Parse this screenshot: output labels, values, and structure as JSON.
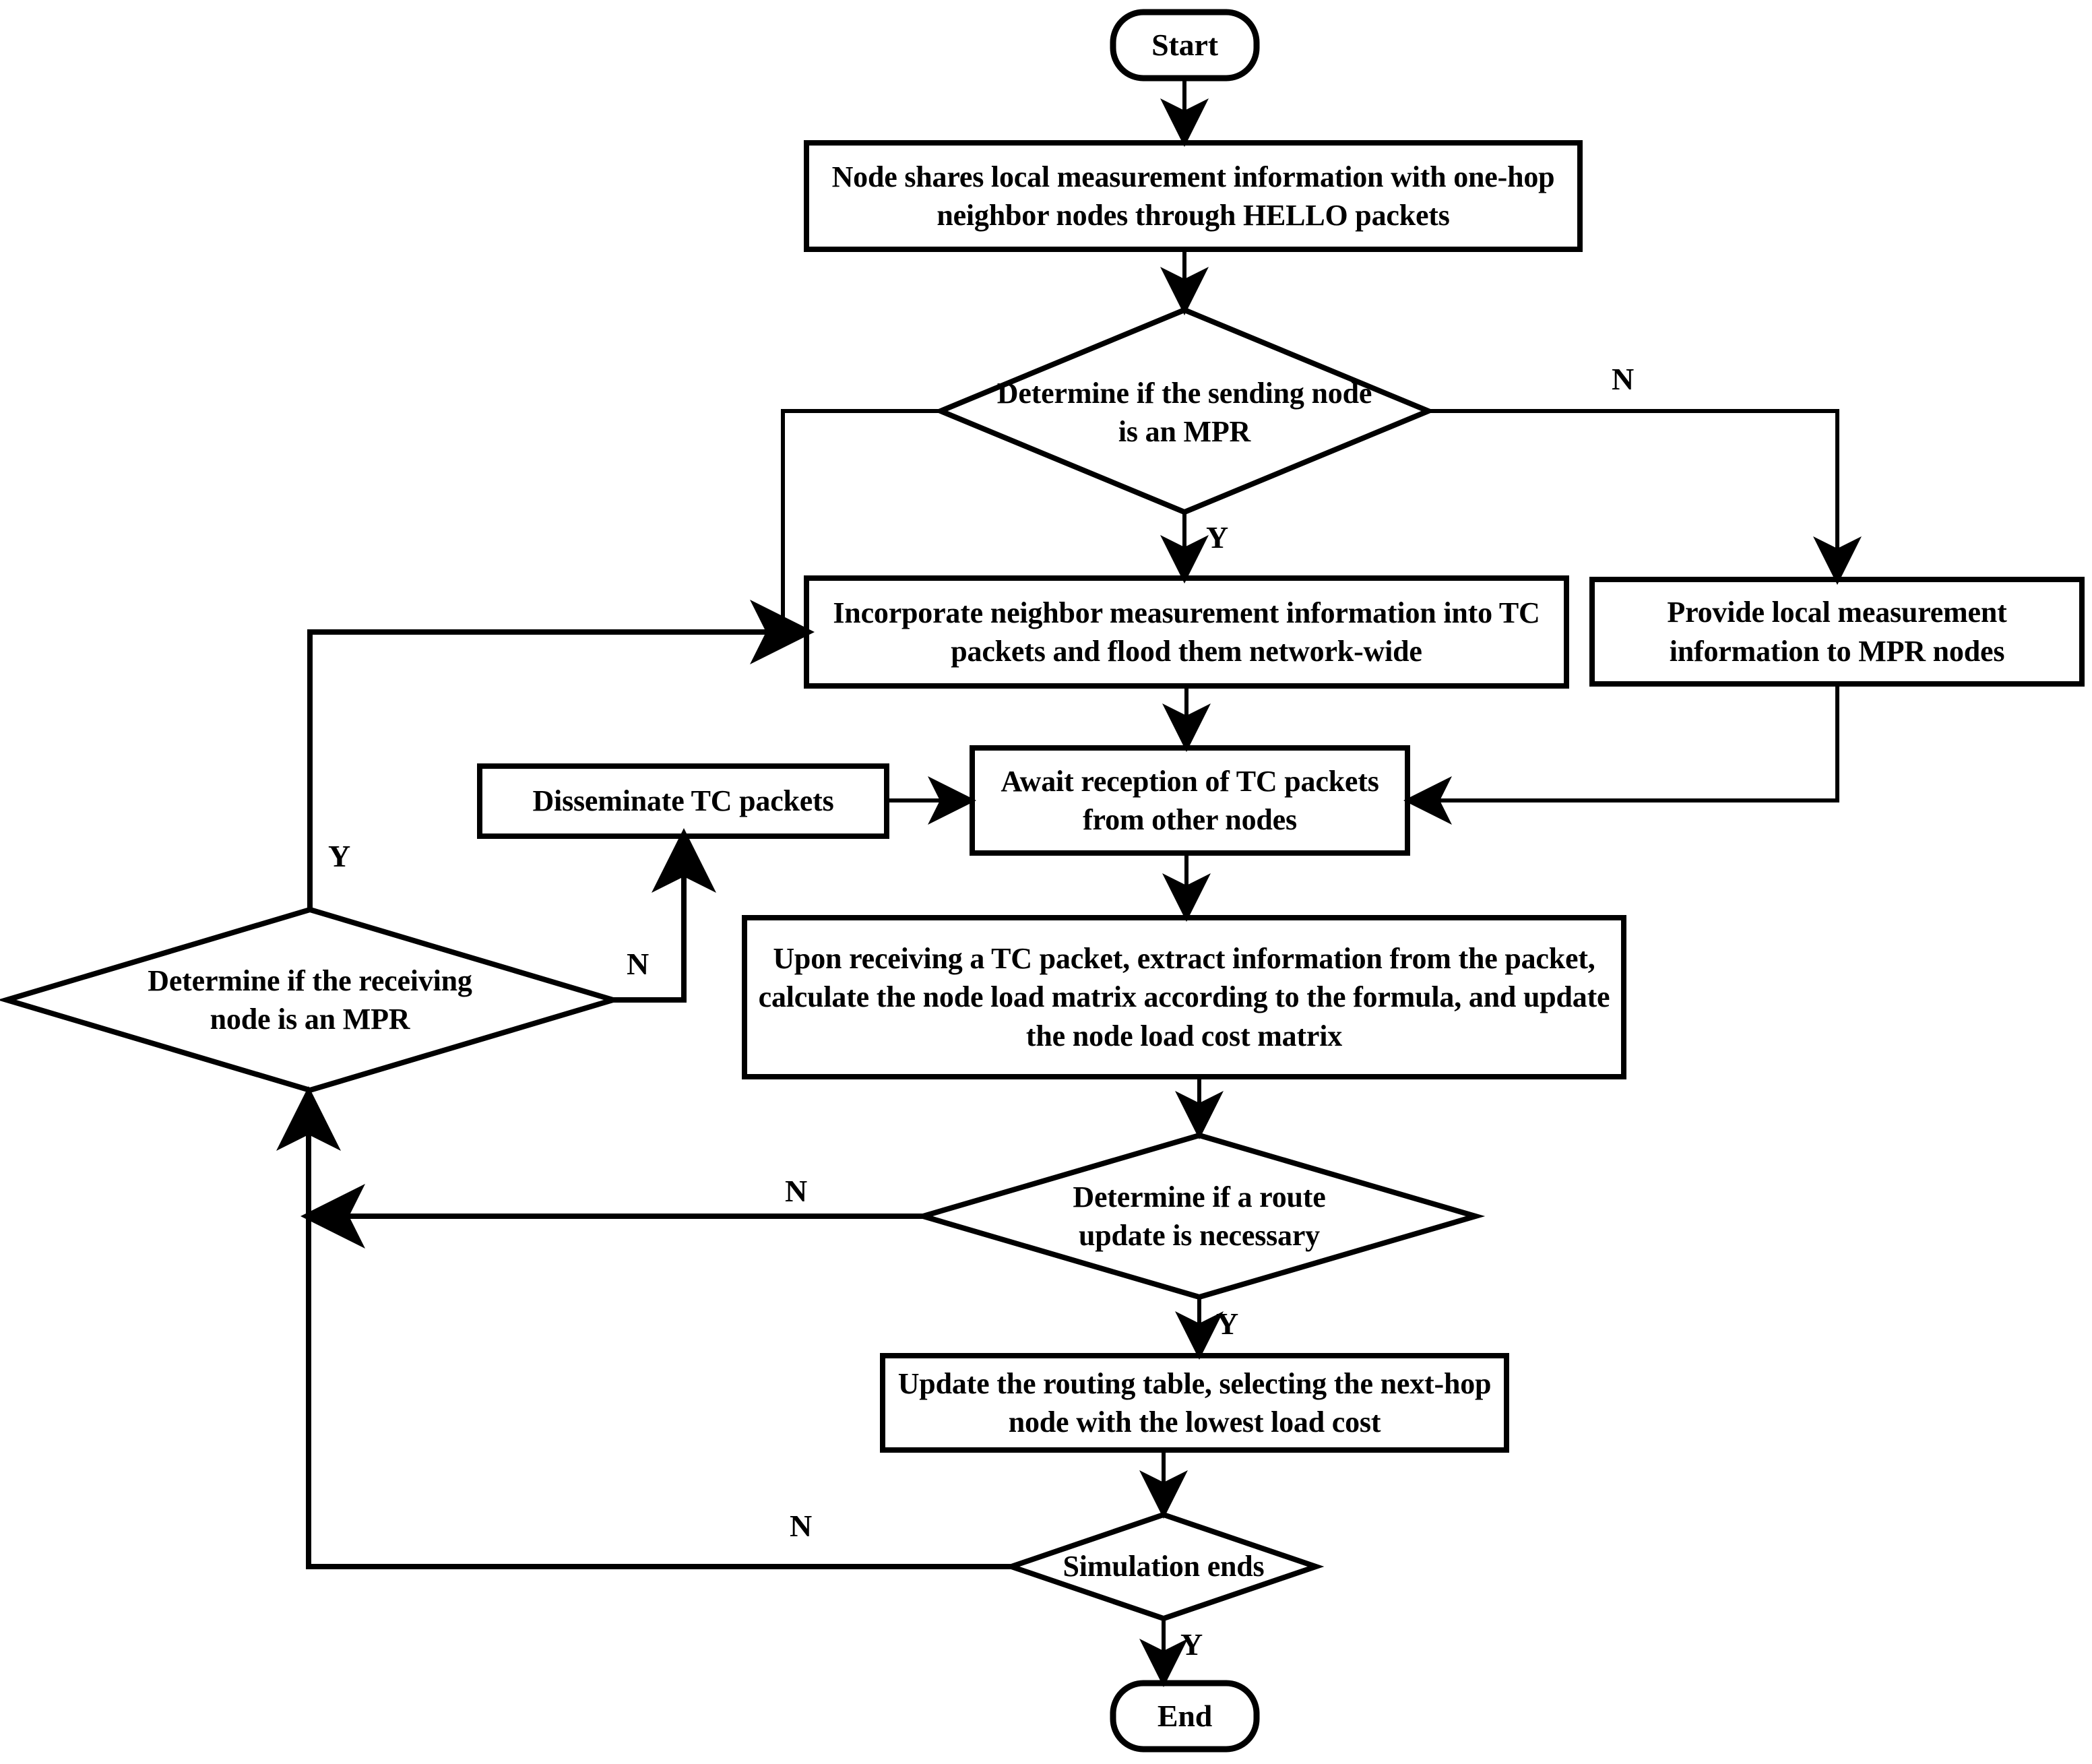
{
  "diagram": {
    "title": "Load-aware OLSR routing protocol flowchart",
    "type": "flowchart",
    "stroke_color": "#000000",
    "fill_color": "#ffffff",
    "background": "#ffffff"
  },
  "nodes": {
    "start": {
      "label": "Start",
      "shape": "terminator"
    },
    "share_hello": {
      "label": "Node shares local measurement information with one-hop neighbor nodes through HELLO packets",
      "shape": "process"
    },
    "dec_sending_mpr": {
      "label": "Determine if the sending node is an MPR",
      "shape": "decision"
    },
    "incorporate_tc": {
      "label": "Incorporate neighbor measurement information into TC packets and flood them network-wide",
      "shape": "process"
    },
    "provide_local": {
      "label": "Provide local measurement information to MPR nodes",
      "shape": "process"
    },
    "disseminate_tc": {
      "label": "Disseminate TC packets",
      "shape": "process"
    },
    "await_tc": {
      "label": "Await reception of TC packets from other nodes",
      "shape": "process"
    },
    "extract_calc": {
      "label": "Upon receiving a TC packet, extract information from the packet, calculate the node load matrix according to the formula, and update the node load cost matrix",
      "shape": "process"
    },
    "dec_receiving_mpr": {
      "label": "Determine if the receiving node is an MPR",
      "shape": "decision"
    },
    "dec_route_update": {
      "label": "Determine if a route update is necessary",
      "shape": "decision"
    },
    "update_routing": {
      "label": "Update the routing table, selecting the next-hop node with the lowest load cost",
      "shape": "process"
    },
    "dec_sim_ends": {
      "label": "Simulation ends",
      "shape": "decision"
    },
    "end": {
      "label": "End",
      "shape": "terminator"
    }
  },
  "edge_labels": {
    "sending_mpr_no": "N",
    "sending_mpr_yes": "Y",
    "receiving_mpr_yes": "Y",
    "receiving_mpr_no": "N",
    "route_update_no": "N",
    "route_update_yes": "Y",
    "sim_ends_no": "N",
    "sim_ends_yes": "Y"
  }
}
